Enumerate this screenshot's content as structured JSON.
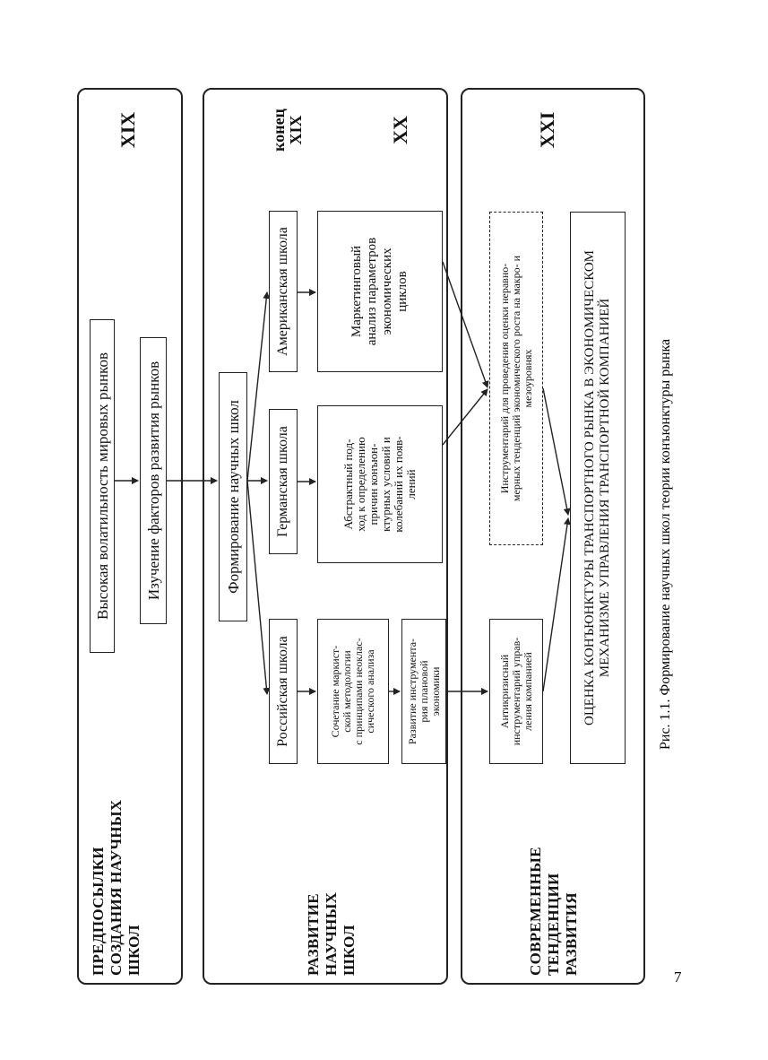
{
  "sections": {
    "prerequisites": {
      "title": "ПРЕДПОСЫЛКИ\nСОЗДАНИЯ НАУЧНЫХ\nШКОЛ",
      "era": "XIX",
      "box_volatility": "Высокая волатильность мировых рынков",
      "box_factors": "Изучение факторов развития рынков"
    },
    "development": {
      "title": "РАЗВИТИЕ\nНАУЧНЫХ\nШКОЛ",
      "era_late": "конец\nXIX",
      "era_20": "XX",
      "box_formation": "Формирование научных школ",
      "russian_school": "Российская школа",
      "russian_method": "Сочетание маркист-\nской методологии\nс принципами неоклас-\nсического анализа",
      "russian_tools": "Развитие инструмента-\nрия плановой\nэкономики",
      "german_school": "Германская школа",
      "german_approach": "Абстрактный под-\nход к определению\nпричин конъюн-\nктурных условий и\nколебаний их появ-\nлений",
      "american_school": "Американская школа",
      "american_analysis": "Маркетинговый\nанализ параметров\nэкономических\nциклов"
    },
    "modern": {
      "title": "СОВРЕМЕННЫЕ\nТЕНДЕНЦИИ\nРАЗВИТИЯ",
      "era": "XXI",
      "anticrisis": "Антикризисный\nинструментарий управ-\nления компанией",
      "instruments": "Инструментарий для проведения оценки неравно-\nмерных тенденций экономического роста на макро- и\nмезоуровнях",
      "assessment": "ОЦЕНКА КОНЪЮНКТУРЫ ТРАНСПОРТНОГО РЫНКА В ЭКОНОМИЧЕСКОМ\nМЕХАНИЗМЕ УПРАВЛЕНИЯ ТРАНСПОРТНОЙ КОМПАНИЕЙ"
    }
  },
  "caption": "Рис. 1.1. Формирование научных школ теории конъюнктуры рынка",
  "page_number": "7"
}
